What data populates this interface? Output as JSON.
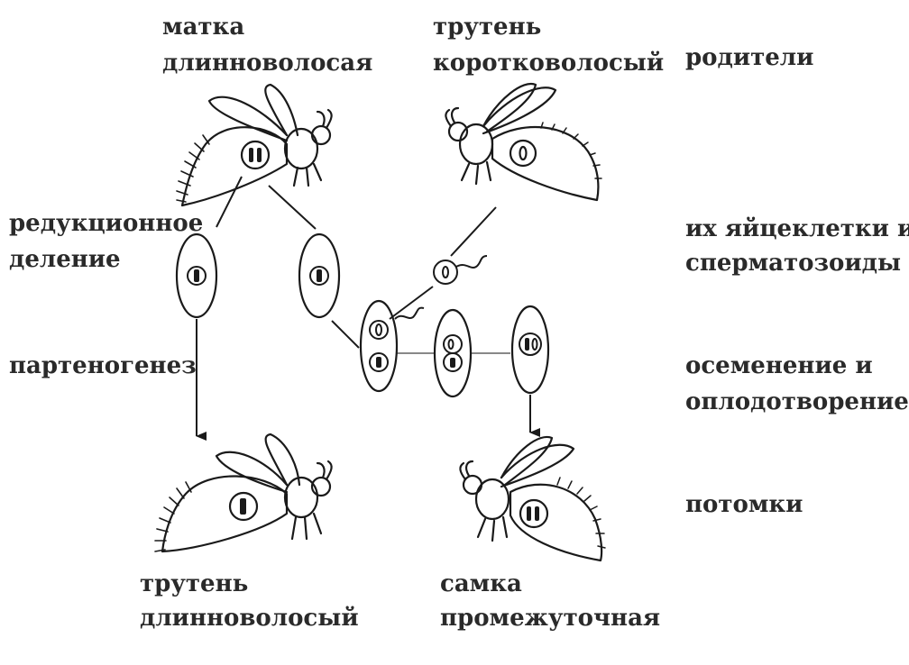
{
  "labels": {
    "queen_line1": "матка",
    "queen_line2": "длинноволосая",
    "drone_parent_line1": "трутень",
    "drone_parent_line2": "коротковолосый",
    "row_parents": "родители",
    "reduction_line1": "редукционное",
    "reduction_line2": "деление",
    "gametes_line1": "их яйцеклетки и",
    "gametes_line2": "сперматозоиды",
    "parthenogenesis": "партеногенез",
    "insemination_line1": "осеменение и",
    "insemination_line2": "оплодотворение",
    "row_offspring": "потомки",
    "drone_offspring_line1": "трутень",
    "drone_offspring_line2": "длинноволосый",
    "female_offspring_line1": "самка",
    "female_offspring_line2": "промежуточная"
  },
  "colors": {
    "ink": "#1a1a1a",
    "text": "#2a2a2a",
    "background": "#ffffff"
  }
}
